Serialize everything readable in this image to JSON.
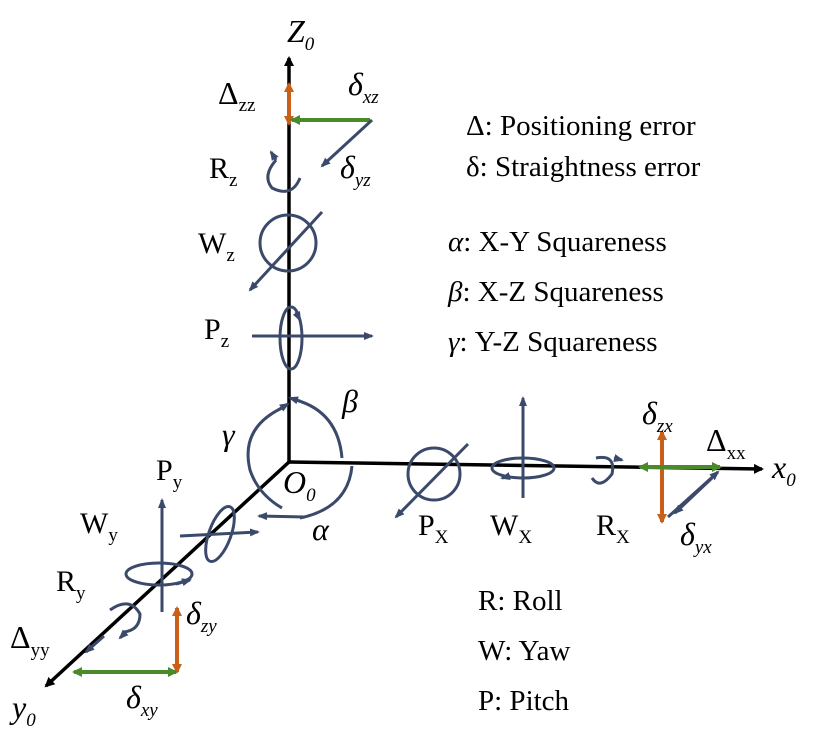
{
  "axes": {
    "z": {
      "letter": "Z",
      "sub": "0"
    },
    "x": {
      "letter": "x",
      "sub": "0"
    },
    "y": {
      "letter": "y",
      "sub": "0"
    },
    "origin": {
      "letter": "O",
      "sub": "0"
    }
  },
  "z_errors": {
    "positioning": {
      "sym": "Δ",
      "sub": "zz"
    },
    "straightness_x": {
      "sym": "δ",
      "sub": "xz"
    },
    "straightness_y": {
      "sym": "δ",
      "sub": "yz"
    },
    "roll": {
      "sym": "R",
      "sub": "z"
    },
    "yaw": {
      "sym": "W",
      "sub": "z"
    },
    "pitch": {
      "sym": "P",
      "sub": "z"
    }
  },
  "x_errors": {
    "straightness_z": {
      "sym": "δ",
      "sub": "zx"
    },
    "positioning": {
      "sym": "Δ",
      "sub": "xx"
    },
    "straightness_y": {
      "sym": "δ",
      "sub": "yx"
    },
    "pitch": {
      "sym": "P",
      "sub": "X"
    },
    "yaw": {
      "sym": "W",
      "sub": "X"
    },
    "roll": {
      "sym": "R",
      "sub": "X"
    }
  },
  "y_errors": {
    "pitch": {
      "sym": "P",
      "sub": "y"
    },
    "yaw": {
      "sym": "W",
      "sub": "y"
    },
    "roll": {
      "sym": "R",
      "sub": "y"
    },
    "positioning": {
      "sym": "Δ",
      "sub": "yy"
    },
    "straightness_z": {
      "sym": "δ",
      "sub": "zy"
    },
    "straightness_x": {
      "sym": "δ",
      "sub": "xy"
    }
  },
  "squareness_angles": {
    "beta": "β",
    "gamma": "γ",
    "alpha": "α"
  },
  "legend_top": {
    "positioning": "Δ: Positioning error",
    "straightness": "δ: Straightness error",
    "alpha": {
      "sym": "α",
      "text": ": X-Y Squareness"
    },
    "beta": {
      "sym": "β",
      "text": ": X-Z Squareness"
    },
    "gamma": {
      "sym": "γ",
      "text": ": Y-Z Squareness"
    }
  },
  "legend_bottom": {
    "roll": "R: Roll",
    "yaw": "W: Yaw",
    "pitch": "P: Pitch"
  },
  "colors": {
    "axis": "#000000",
    "arrow": "#3b4a6b",
    "positioning": "#c8601a",
    "straightness": "#4a8a2a"
  }
}
